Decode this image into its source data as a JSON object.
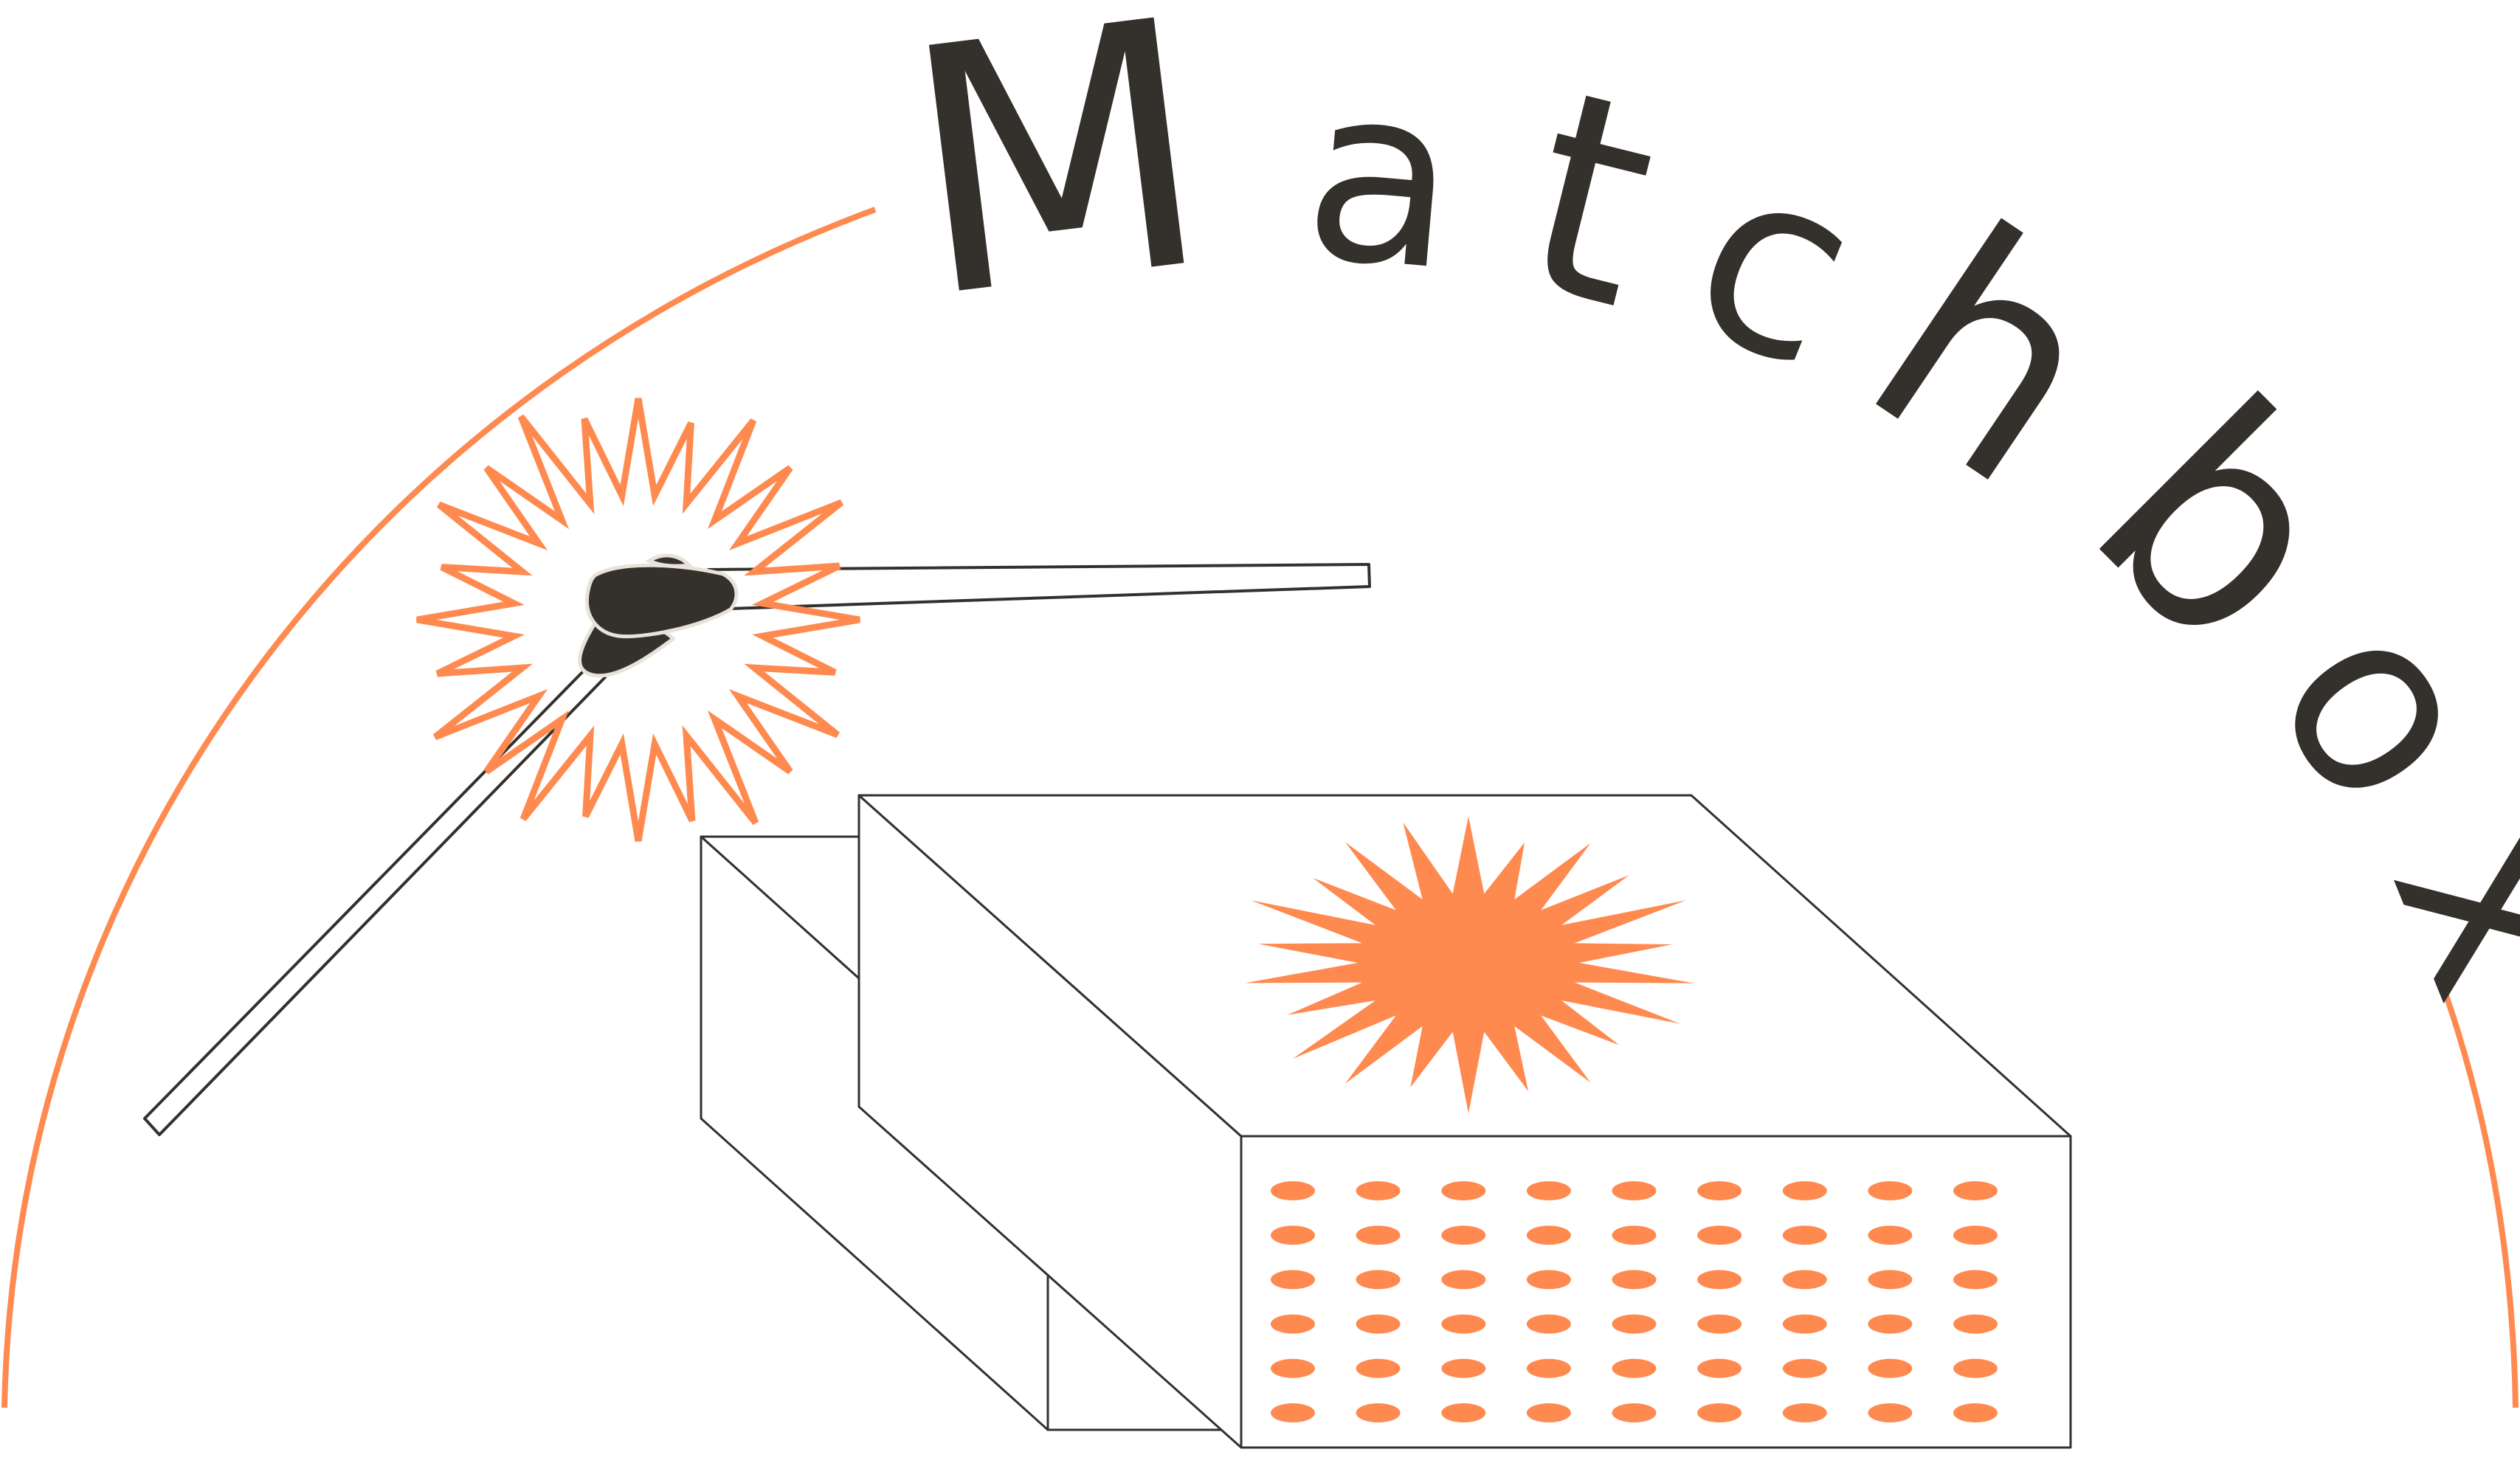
{
  "logo": {
    "title": "Matchbox",
    "letters": [
      "M",
      "a",
      "t",
      "c",
      "h",
      "b",
      "o",
      "x"
    ]
  },
  "colors": {
    "accent": "#FF8A50",
    "ink": "#34312D",
    "background": "#FFFFFF",
    "match_head_outline": "#E8E2D8"
  },
  "icons": {
    "arc": "decorative-arc",
    "matches": "match-icon",
    "spark": "spark-burst-icon",
    "box": "matchbox-icon",
    "strike_pattern": "striker-dots"
  },
  "striker_dots": {
    "rows": 6,
    "columns": 9
  }
}
